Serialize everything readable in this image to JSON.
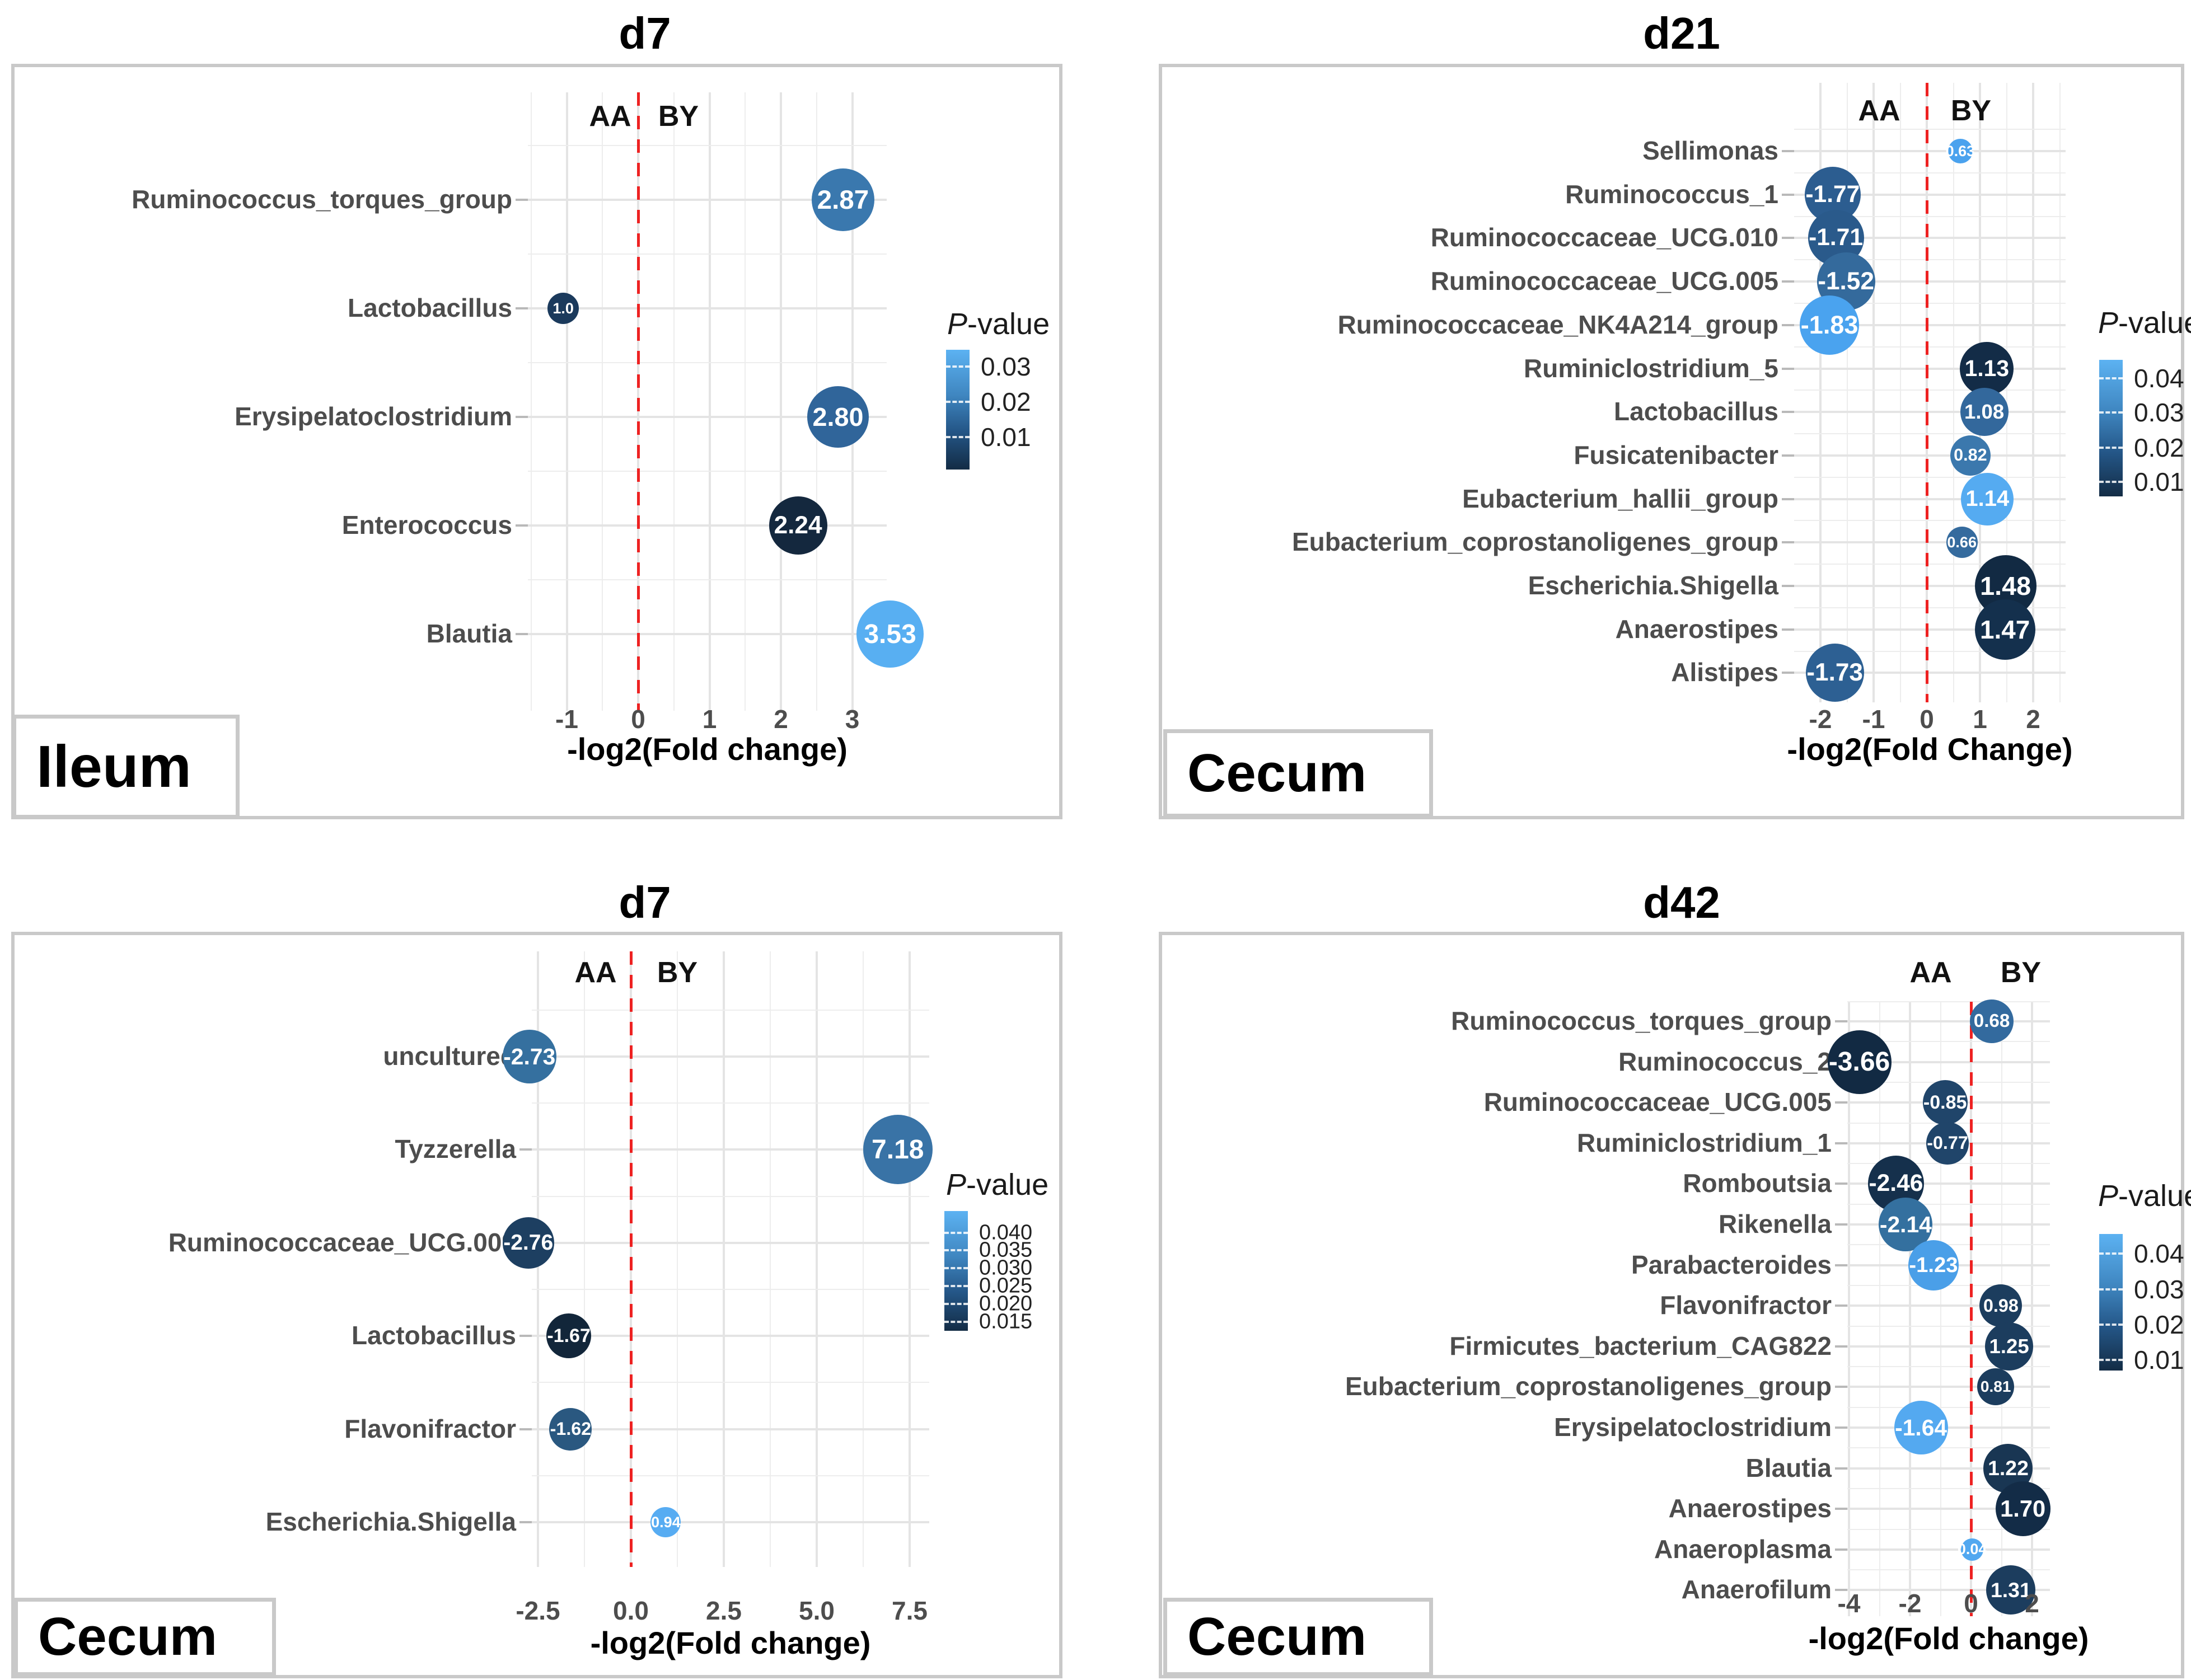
{
  "figure": {
    "description_labels": {
      "left_group": "AA",
      "right_group": "BY"
    }
  },
  "colors": {
    "red_dashed_line": "#ee2222",
    "panel_border": "#c9c9c9",
    "grid_major": "#e4e4e4",
    "grid_minor": "#ededed",
    "category_text": "#4d4d4d",
    "axis_tick_text": "#4d4d4d",
    "legend_gradient_top": "#5cb2f2",
    "legend_gradient_bottom": "#132c45"
  },
  "chart_data": [
    {
      "id": "ileum_d7",
      "type": "scatter",
      "title": "d7",
      "tissue_label": "Ileum",
      "group_left": "AA",
      "group_right": "BY",
      "xlabel": "-log2(Fold change)",
      "x_ticks": [
        "-1",
        "0",
        "1",
        "2",
        "3"
      ],
      "x_tick_values": [
        -1,
        0,
        1,
        2,
        3
      ],
      "legend": {
        "title": "P-value",
        "ticks": [
          "0.03",
          "0.02",
          "0.01"
        ]
      },
      "points": [
        {
          "category": "Ruminococcus_torques_group",
          "value": 2.87,
          "label": "2.87",
          "p_color": "#3a78ae",
          "r": 56
        },
        {
          "category": "Lactobacillus",
          "value": -1.05,
          "label": "1.0",
          "p_color": "#1b3a5c",
          "r": 28
        },
        {
          "category": "Erysipelatoclostridium",
          "value": 2.8,
          "label": "2.80",
          "p_color": "#30659a",
          "r": 55
        },
        {
          "category": "Enterococcus",
          "value": 2.24,
          "label": "2.24",
          "p_color": "#14283e",
          "r": 52
        },
        {
          "category": "Blautia",
          "value": 3.53,
          "label": "3.53",
          "p_color": "#58aff2",
          "r": 60
        }
      ]
    },
    {
      "id": "cecum_d21",
      "type": "scatter",
      "title": "d21",
      "tissue_label": "Cecum",
      "group_left": "AA",
      "group_right": "BY",
      "xlabel": "-log2(Fold Change)",
      "x_ticks": [
        "-2",
        "-1",
        "0",
        "1",
        "2"
      ],
      "x_tick_values": [
        -2,
        -1,
        0,
        1,
        2
      ],
      "legend": {
        "title": "P-value",
        "ticks": [
          "0.04",
          "0.03",
          "0.02",
          "0.01"
        ]
      },
      "points": [
        {
          "category": "Sellimonas",
          "value": 0.63,
          "label": "0.63",
          "p_color": "#4aa2ee",
          "r": 22
        },
        {
          "category": "Ruminococcus_1",
          "value": -1.77,
          "label": "-1.77",
          "p_color": "#2c5d90",
          "r": 50
        },
        {
          "category": "Ruminococcaceae_UCG.010",
          "value": -1.71,
          "label": "-1.71",
          "p_color": "#2a5a8b",
          "r": 50
        },
        {
          "category": "Ruminococcaceae_UCG.005",
          "value": -1.52,
          "label": "-1.52",
          "p_color": "#346a9c",
          "r": 52
        },
        {
          "category": "Ruminococcaceae_NK4A214_group",
          "value": -1.83,
          "label": "-1.83",
          "p_color": "#4aa3ef",
          "r": 53
        },
        {
          "category": "Ruminiclostridium_5",
          "value": 1.13,
          "label": "1.13",
          "p_color": "#132c47",
          "r": 48
        },
        {
          "category": "Lactobacillus",
          "value": 1.08,
          "label": "1.08",
          "p_color": "#33689c",
          "r": 43
        },
        {
          "category": "Fusicatenibacter",
          "value": 0.82,
          "label": "0.82",
          "p_color": "#3b78ad",
          "r": 36
        },
        {
          "category": "Eubacterium_hallii_group",
          "value": 1.14,
          "label": "1.14",
          "p_color": "#55abf1",
          "r": 47
        },
        {
          "category": "Eubacterium_coprostanoligenes_group",
          "value": 0.66,
          "label": "0.66",
          "p_color": "#356b9e",
          "r": 28
        },
        {
          "category": "Escherichia.Shigella",
          "value": 1.48,
          "label": "1.48",
          "p_color": "#122a43",
          "r": 55
        },
        {
          "category": "Anaerostipes",
          "value": 1.47,
          "label": "1.47",
          "p_color": "#14304d",
          "r": 54
        },
        {
          "category": "Alistipes",
          "value": -1.73,
          "label": "-1.73",
          "p_color": "#2d6093",
          "r": 52
        }
      ]
    },
    {
      "id": "cecum_d7",
      "type": "scatter",
      "title": "d7",
      "tissue_label": "Cecum",
      "group_left": "AA",
      "group_right": "BY",
      "xlabel": "-log2(Fold change)",
      "x_ticks": [
        "-2.5",
        "0.0",
        "2.5",
        "5.0",
        "7.5"
      ],
      "x_tick_values": [
        -2.5,
        0,
        2.5,
        5,
        7.5
      ],
      "legend": {
        "title": "P-value",
        "ticks": [
          "0.040",
          "0.035",
          "0.030",
          "0.025",
          "0.020",
          "0.015"
        ]
      },
      "points": [
        {
          "category": "uncultured",
          "value": -2.73,
          "label": "-2.73",
          "p_color": "#35709f",
          "r": 48
        },
        {
          "category": "Tyzzerella",
          "value": 7.18,
          "label": "7.18",
          "p_color": "#3973a6",
          "r": 62
        },
        {
          "category": "Ruminococcaceae_UCG.009",
          "value": -2.76,
          "label": "-2.76",
          "p_color": "#1d3f61",
          "r": 46
        },
        {
          "category": "Lactobacillus",
          "value": -1.67,
          "label": "-1.67",
          "p_color": "#12263a",
          "r": 40
        },
        {
          "category": "Flavonifractor",
          "value": -1.62,
          "label": "-1.62",
          "p_color": "#2a5880",
          "r": 38
        },
        {
          "category": "Escherichia.Shigella",
          "value": 0.94,
          "label": "0.94",
          "p_color": "#57acf2",
          "r": 27
        }
      ]
    },
    {
      "id": "cecum_d42",
      "type": "scatter",
      "title": "d42",
      "tissue_label": "Cecum",
      "group_left": "AA",
      "group_right": "BY",
      "xlabel": "-log2(Fold change)",
      "x_ticks": [
        "-4",
        "-2",
        "0",
        "2"
      ],
      "x_tick_values": [
        -4,
        -2,
        0,
        2
      ],
      "legend": {
        "title": "P-value",
        "ticks": [
          "0.04",
          "0.03",
          "0.02",
          "0.01"
        ]
      },
      "points": [
        {
          "category": "Ruminococcus_torques_group",
          "value": 0.68,
          "label": "0.68",
          "p_color": "#336a9e",
          "r": 39
        },
        {
          "category": "Ruminococcus_2",
          "value": -3.66,
          "label": "-3.66",
          "p_color": "#122a43",
          "r": 57
        },
        {
          "category": "Ruminococcaceae_UCG.005",
          "value": -0.85,
          "label": "-0.85",
          "p_color": "#20456a",
          "r": 40
        },
        {
          "category": "Ruminiclostridium_1",
          "value": -0.77,
          "label": "-0.77",
          "p_color": "#20456a",
          "r": 38
        },
        {
          "category": "Romboutsia",
          "value": -2.46,
          "label": "-2.46",
          "p_color": "#15304c",
          "r": 50
        },
        {
          "category": "Rikenella",
          "value": -2.14,
          "label": "-2.14",
          "p_color": "#34709f",
          "r": 48
        },
        {
          "category": "Parabacteroides",
          "value": -1.23,
          "label": "-1.23",
          "p_color": "#4a9fe8",
          "r": 45
        },
        {
          "category": "Flavonifractor",
          "value": 0.98,
          "label": "0.98",
          "p_color": "#1c3d5e",
          "r": 38
        },
        {
          "category": "Firmicutes_bacterium_CAG822",
          "value": 1.25,
          "label": "1.25",
          "p_color": "#1c3d5e",
          "r": 43
        },
        {
          "category": "Eubacterium_coprostanoligenes_group",
          "value": 0.81,
          "label": "0.81",
          "p_color": "#1c3d5e",
          "r": 33
        },
        {
          "category": "Erysipelatoclostridium",
          "value": -1.64,
          "label": "-1.64",
          "p_color": "#54a9f0",
          "r": 48
        },
        {
          "category": "Blautia",
          "value": 1.22,
          "label": "1.22",
          "p_color": "#193653",
          "r": 44
        },
        {
          "category": "Anaerostipes",
          "value": 1.7,
          "label": "1.70",
          "p_color": "#132c47",
          "r": 49
        },
        {
          "category": "Anaeroplasma",
          "value": 0.04,
          "label": "0.04",
          "p_color": "#52a8f0",
          "r": 20
        },
        {
          "category": "Anaerofilum",
          "value": 1.31,
          "label": "1.31",
          "p_color": "#1c3d5e",
          "r": 44
        }
      ]
    }
  ]
}
